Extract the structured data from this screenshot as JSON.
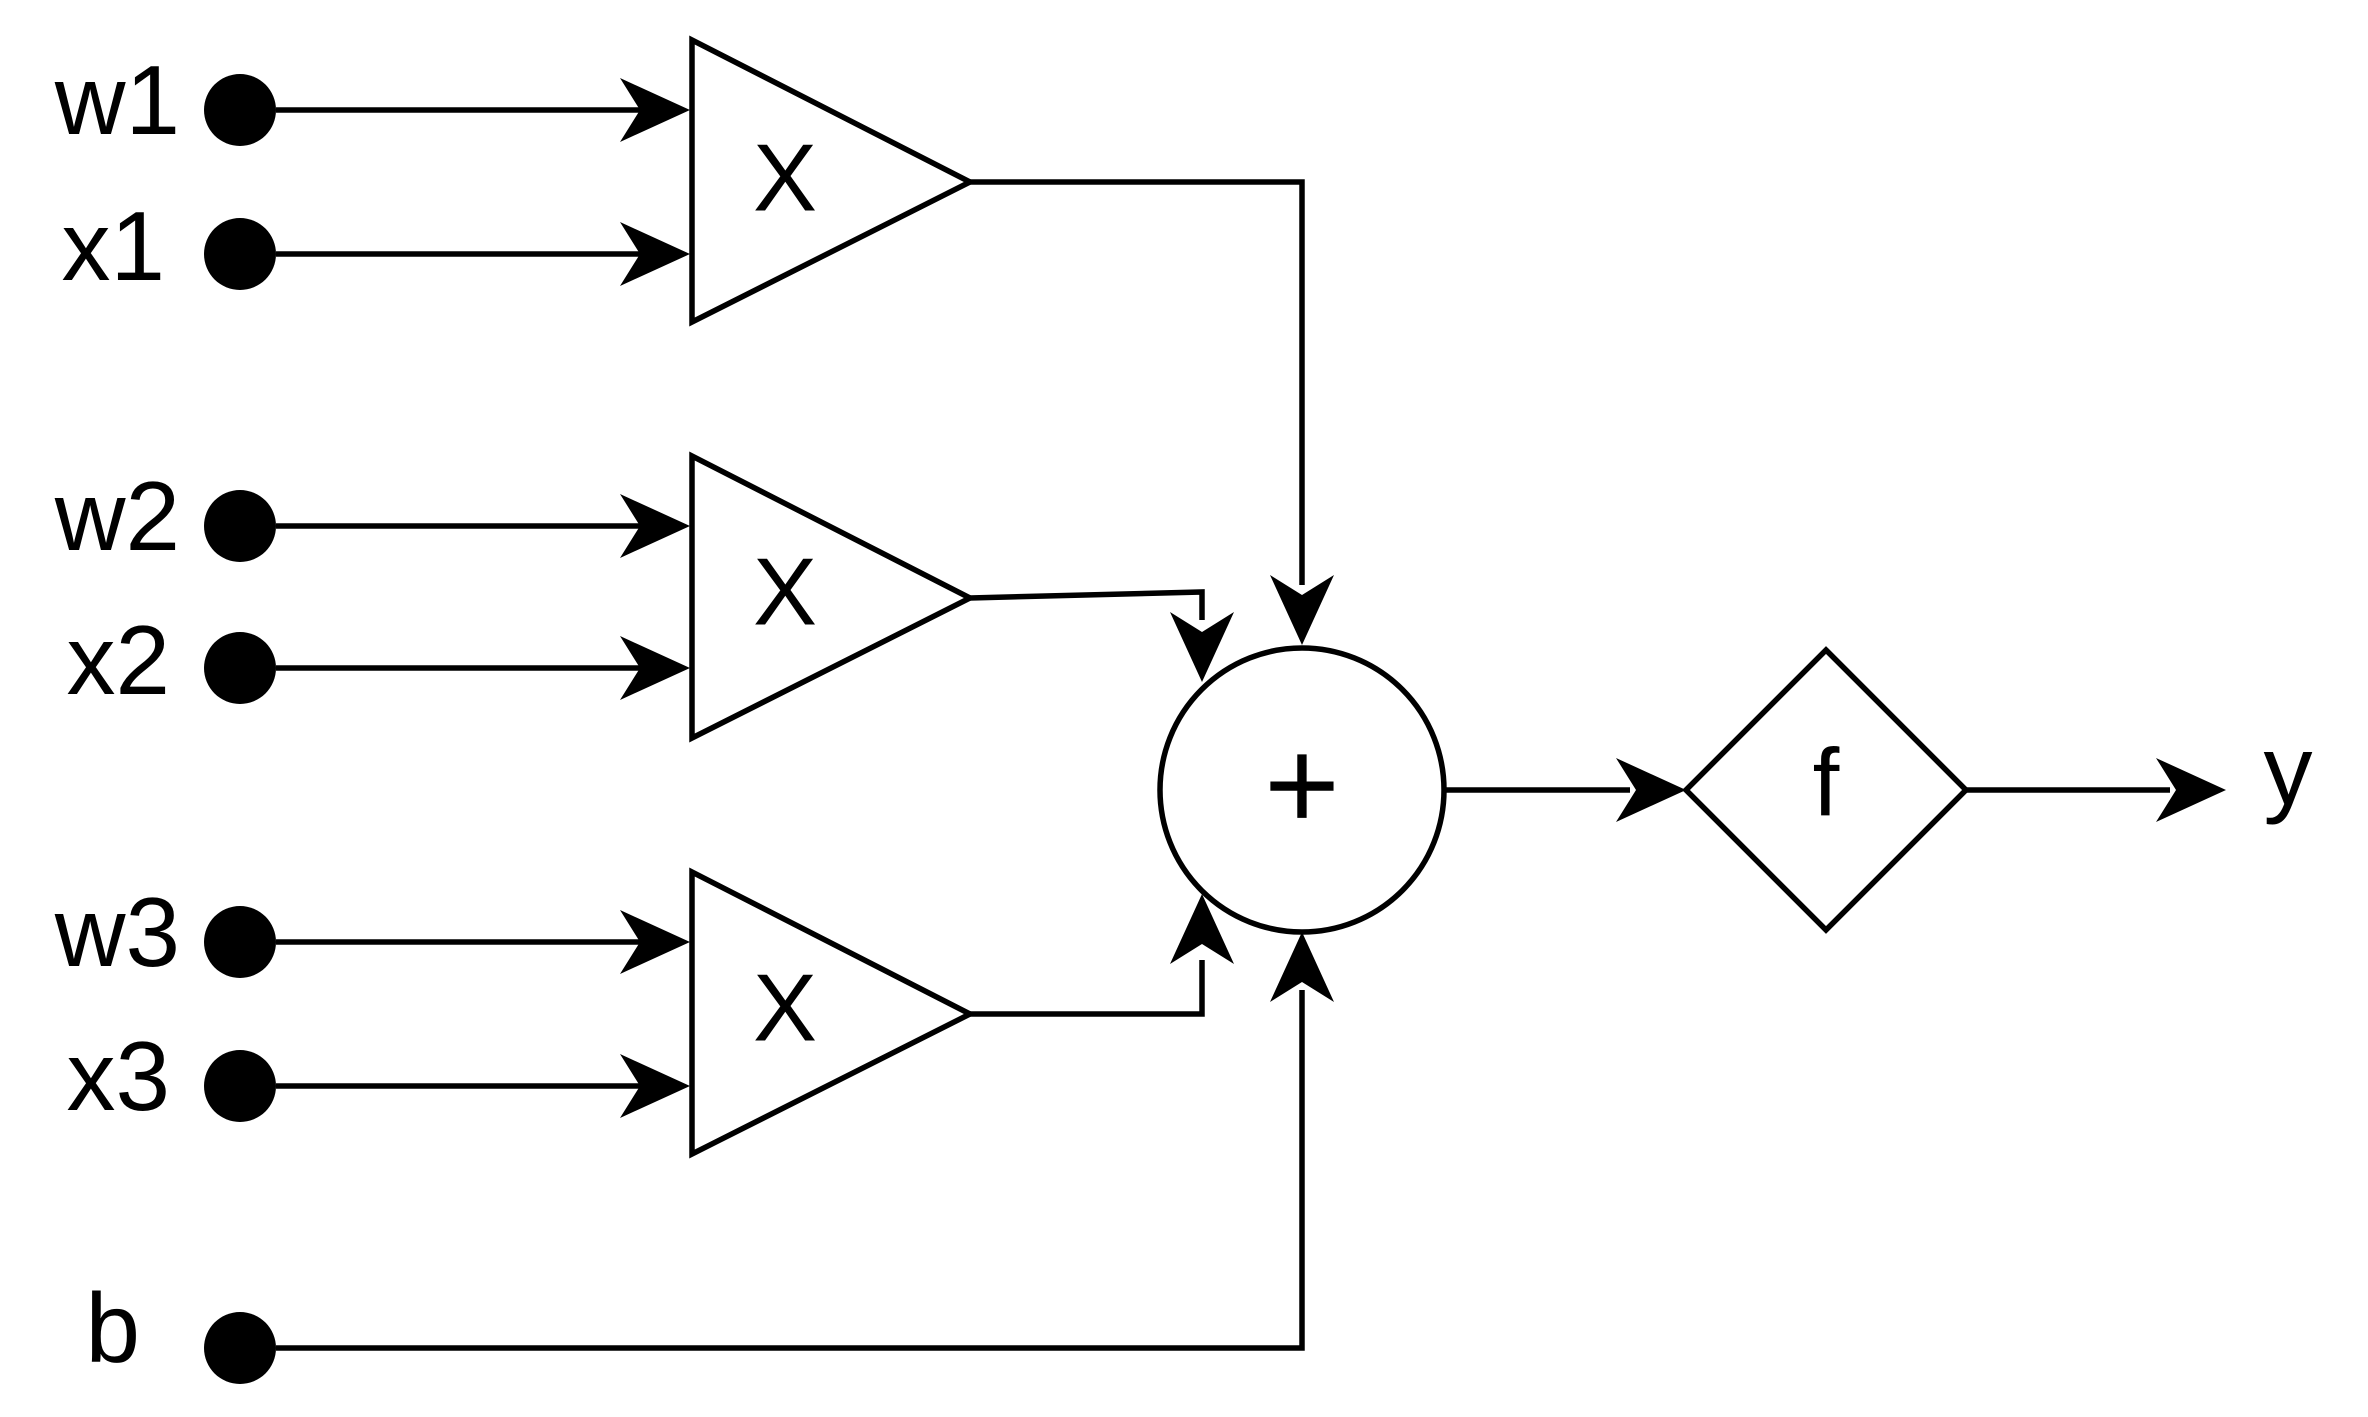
{
  "inputs": {
    "w1": "w1",
    "x1": "x1",
    "w2": "w2",
    "x2": "x2",
    "w3": "w3",
    "x3": "x3",
    "b": "b"
  },
  "multipliers": [
    "X",
    "X",
    "X"
  ],
  "summer": "+",
  "activation": "f",
  "output": "y"
}
